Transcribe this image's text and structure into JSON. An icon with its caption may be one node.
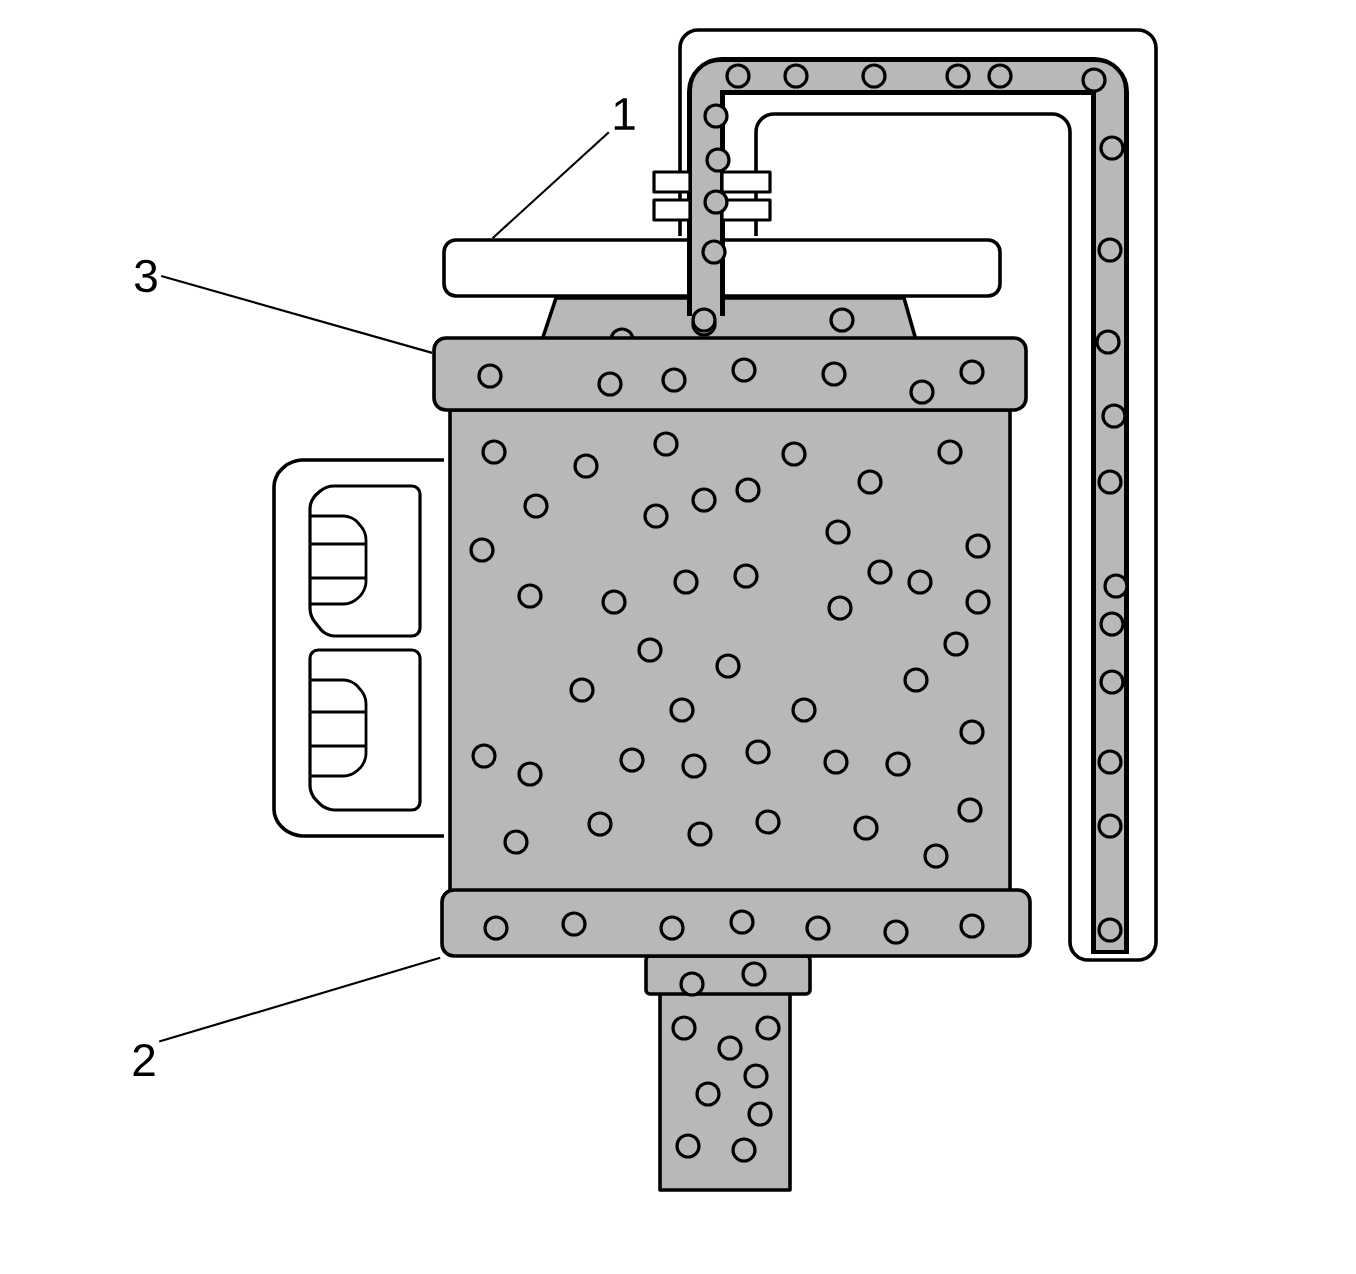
{
  "diagram": {
    "nodes": [
      {
        "text": [
          "1"
        ]
      },
      {
        "text": [
          "3"
        ]
      },
      {
        "text": [
          "2"
        ]
      },
      {
        "text": [],
        "shape": "box"
      },
      {
        "text": [],
        "shape": "box"
      },
      {
        "text": [],
        "shape": "box"
      }
    ],
    "edges": [
      {
        "from": 0,
        "to": 3,
        "arrow": "none"
      },
      {
        "from": 1,
        "to": 4,
        "arrow": "none"
      },
      {
        "from": 2,
        "to": 5,
        "arrow": "none"
      }
    ]
  }
}
